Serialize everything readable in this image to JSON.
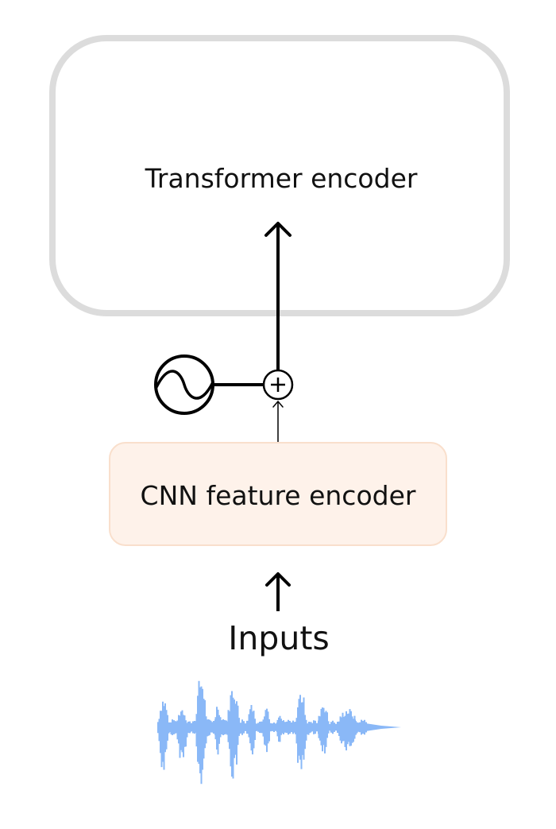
{
  "diagram": {
    "transformer_label": "Transformer encoder",
    "cnn_label": "CNN feature encoder",
    "inputs_label": "Inputs",
    "plus_symbol": "+"
  },
  "colors": {
    "transformer_border": "#dcdcdc",
    "cnn_fill": "#fef2ea",
    "cnn_border": "#f9dfcc",
    "waveform": "#8ab8f7",
    "arrow": "#000000"
  },
  "icons": {
    "positional": "sine-wave-circle-icon",
    "combine": "plus-circle-icon",
    "audio": "waveform-icon"
  }
}
